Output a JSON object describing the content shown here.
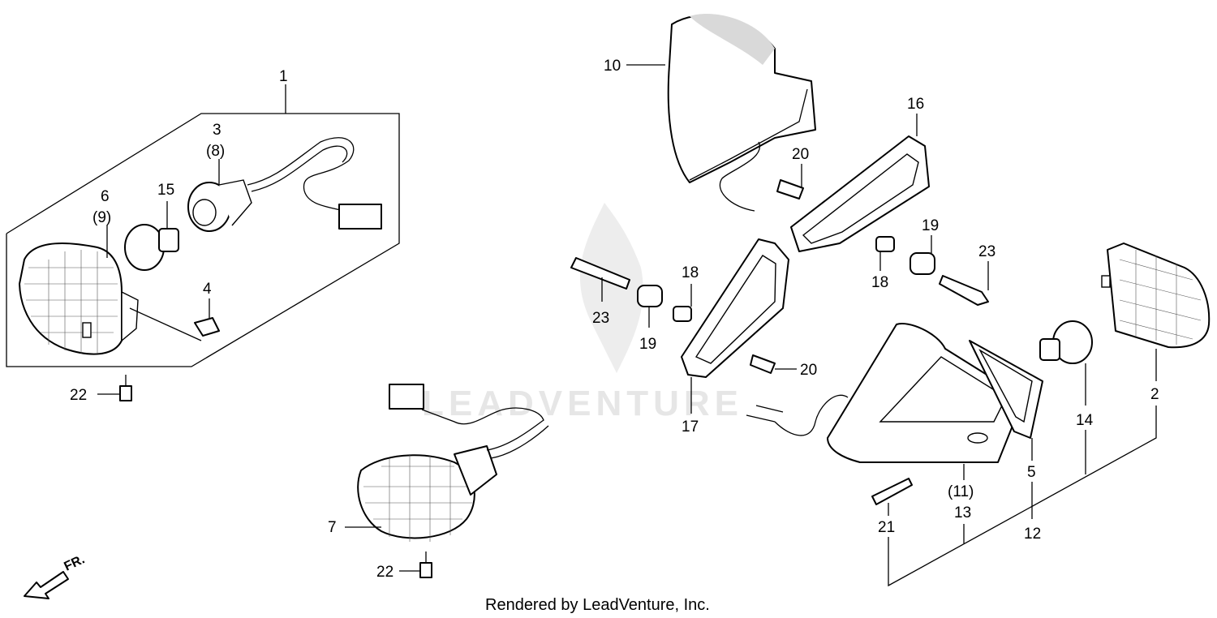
{
  "watermark": "LEADVENTURE",
  "credit": "Rendered by LeadVenture, Inc.",
  "direction_label": "FR.",
  "callouts": [
    {
      "id": "1",
      "text": "1"
    },
    {
      "id": "3",
      "text": "3"
    },
    {
      "id": "8",
      "text": "(8)"
    },
    {
      "id": "6",
      "text": "6"
    },
    {
      "id": "9",
      "text": "(9)"
    },
    {
      "id": "15",
      "text": "15"
    },
    {
      "id": "4",
      "text": "4"
    },
    {
      "id": "22a",
      "text": "22"
    },
    {
      "id": "22b",
      "text": "22"
    },
    {
      "id": "7",
      "text": "7"
    },
    {
      "id": "10",
      "text": "10"
    },
    {
      "id": "16",
      "text": "16"
    },
    {
      "id": "20a",
      "text": "20"
    },
    {
      "id": "20b",
      "text": "20"
    },
    {
      "id": "18a",
      "text": "18"
    },
    {
      "id": "18b",
      "text": "18"
    },
    {
      "id": "19a",
      "text": "19"
    },
    {
      "id": "19b",
      "text": "19"
    },
    {
      "id": "23a",
      "text": "23"
    },
    {
      "id": "23b",
      "text": "23"
    },
    {
      "id": "17",
      "text": "17"
    },
    {
      "id": "2",
      "text": "2"
    },
    {
      "id": "14",
      "text": "14"
    },
    {
      "id": "5",
      "text": "5"
    },
    {
      "id": "11",
      "text": "(11)"
    },
    {
      "id": "13",
      "text": "13"
    },
    {
      "id": "12",
      "text": "12"
    },
    {
      "id": "21",
      "text": "21"
    }
  ]
}
